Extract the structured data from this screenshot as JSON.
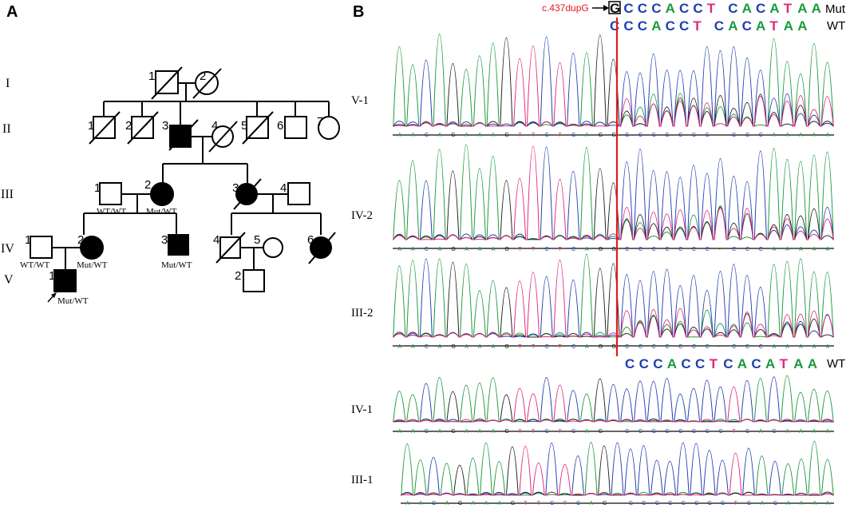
{
  "panels": {
    "left": "A",
    "right": "B"
  },
  "pedigree": {
    "generations": [
      "I",
      "II",
      "III",
      "IV",
      "V"
    ],
    "numbers": {
      "I": [
        "1",
        "2"
      ],
      "II": [
        "1",
        "2",
        "3",
        "4",
        "5",
        "6",
        "7"
      ],
      "III": [
        "1",
        "2",
        "3",
        "4"
      ],
      "IV": [
        "1",
        "2",
        "3",
        "4",
        "5",
        "6"
      ],
      "V": [
        "1",
        "2"
      ]
    },
    "genotypes": {
      "III1": "WT/WT",
      "III2": "Mut/WT",
      "IV1": "WT/WT",
      "IV2": "Mut/WT",
      "IV3": "Mut/WT",
      "V1": "Mut/WT"
    }
  },
  "sequencing": {
    "mutation_label": "c.437dupG",
    "mut_sequence": [
      "G",
      "C",
      "C",
      "C",
      "A",
      "C",
      "C",
      "T",
      "C",
      "A",
      "C",
      "A",
      "T",
      "A",
      "A"
    ],
    "mut_tag": "Mut",
    "wt_sequence_top": [
      "C",
      "C",
      "C",
      "A",
      "C",
      "C",
      "T",
      "C",
      "A",
      "C",
      "A",
      "T",
      "A",
      "A"
    ],
    "wt_tag_top": "WT",
    "wt_sequence_bottom": [
      "C",
      "C",
      "C",
      "A",
      "C",
      "C",
      "T",
      "C",
      "A",
      "C",
      "A",
      "T",
      "A",
      "A"
    ],
    "wt_tag_bottom": "WT",
    "rows": [
      "V-1",
      "IV-2",
      "III-2",
      "IV-1",
      "III-1"
    ],
    "base_calls_mut": [
      "A",
      "A",
      "C",
      "A",
      "G",
      "A",
      "A",
      "A",
      "G",
      "T",
      "T",
      "C",
      "T",
      "C",
      "A",
      "G",
      "G",
      "C",
      "C",
      "C",
      "C",
      "C",
      "C",
      "C",
      "-",
      "C",
      "C",
      "C",
      "A",
      "A",
      "A",
      "A",
      "A"
    ],
    "base_calls_wt": [
      "A",
      "A",
      "C",
      "A",
      "G",
      "A",
      "A",
      "A",
      "G",
      "T",
      "T",
      "C",
      "T",
      "C",
      "A",
      "G",
      "-",
      "C",
      "C",
      "C",
      "C",
      "C",
      "C",
      "C",
      "C",
      "T",
      "C",
      "A",
      "C",
      "A",
      "A",
      "A",
      "A"
    ]
  },
  "colors": {
    "A": "#1a9a3a",
    "C": "#1f3fb0",
    "G": "#111111",
    "T": "#e0287a",
    "mutation_line": "#e41a1c",
    "mutation_label": "#e41a1c"
  }
}
